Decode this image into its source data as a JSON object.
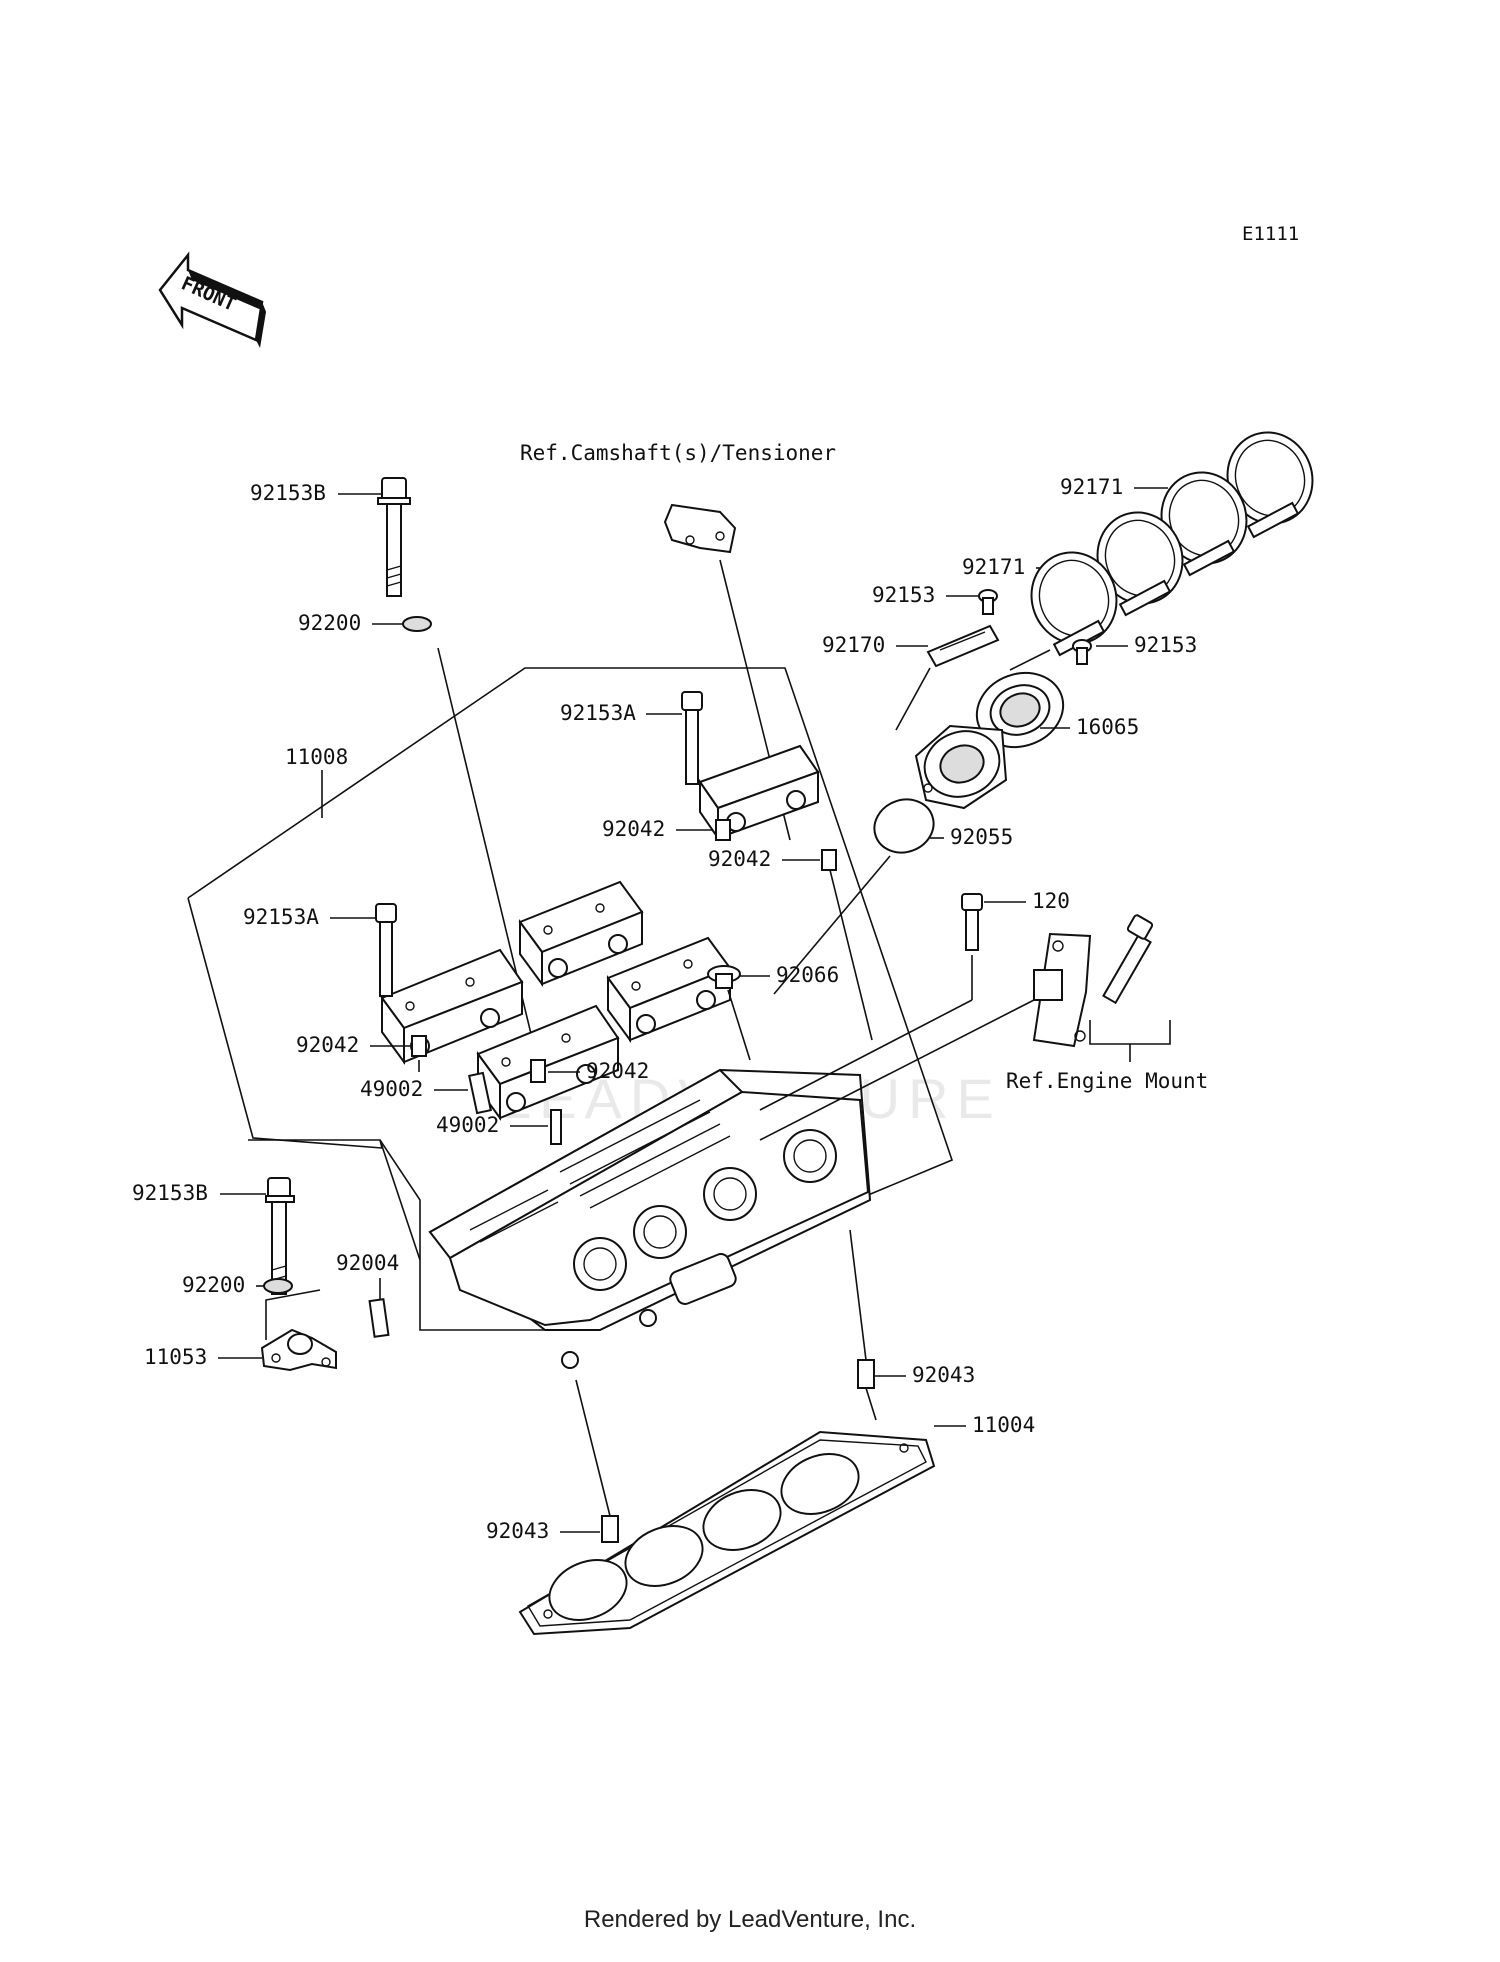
{
  "diagram_code": "E1111",
  "front_arrow_label": "FRONT",
  "watermark": "LEADVENTURE",
  "footer": "Rendered by LeadVenture, Inc.",
  "references": {
    "camshaft": "Ref.Camshaft(s)/Tensioner",
    "engine_mount": "Ref.Engine Mount"
  },
  "parts": {
    "p92153B_top": "92153B",
    "p92200_top": "92200",
    "p11008": "11008",
    "p92153A_left": "92153A",
    "p92042_left": "92042",
    "p49002_a": "49002",
    "p92042_mid": "92042",
    "p49002_b": "49002",
    "p92153A_mid": "92153A",
    "p92042_c": "92042",
    "p92042_d": "92042",
    "p92171_top": "92171",
    "p92171_mid": "92171",
    "p92153_a": "92153",
    "p92170": "92170",
    "p92153_b": "92153",
    "p16065": "16065",
    "p92055": "92055",
    "p120": "120",
    "p92066": "92066",
    "p92153B_bottom": "92153B",
    "p92200_bottom": "92200",
    "p92004": "92004",
    "p11053": "11053",
    "p92043_right": "92043",
    "p11004": "11004",
    "p92043_bottom": "92043"
  }
}
